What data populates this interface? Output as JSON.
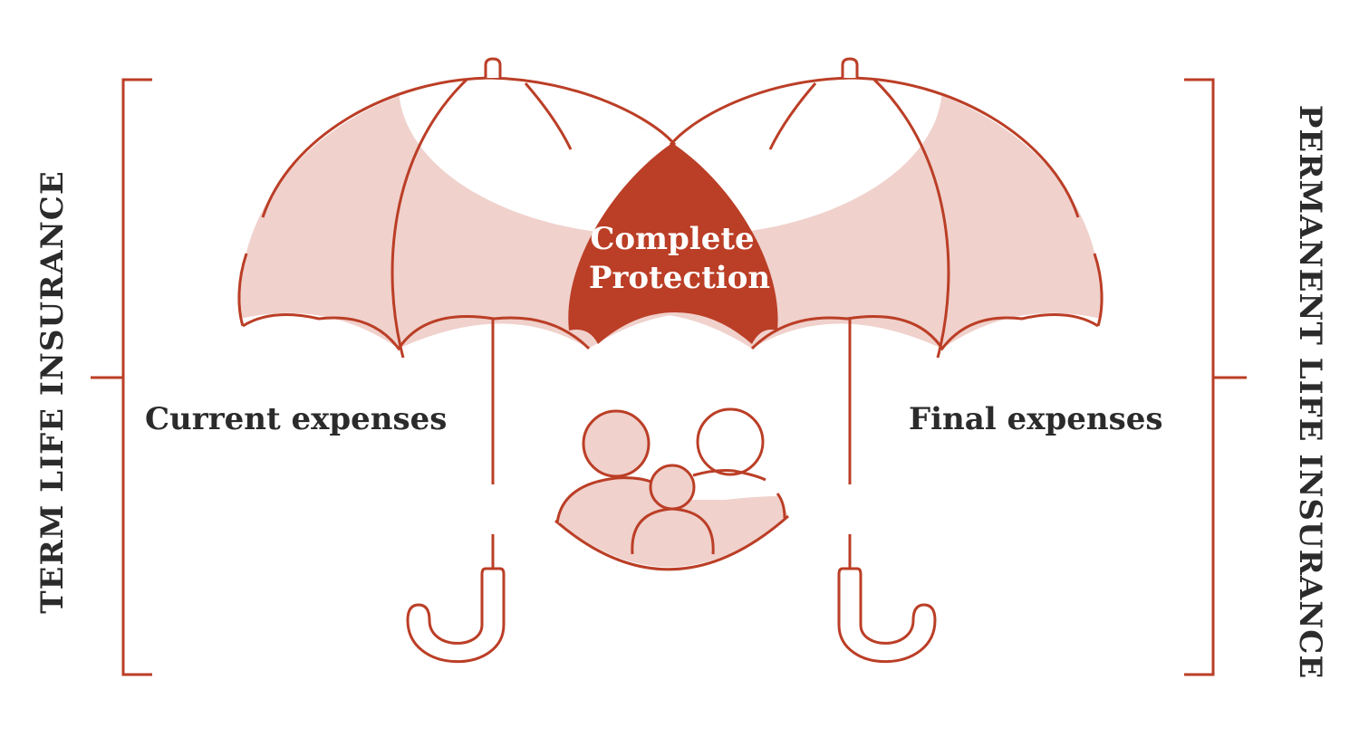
{
  "labels": {
    "left_side": "TERM LIFE INSURANCE",
    "right_side": "PERMANENT LIFE INSURANCE",
    "left_expenses": "Current expenses",
    "right_expenses": "Final expenses",
    "center_line1": "Complete",
    "center_line2": "Protection"
  },
  "colors": {
    "primary": "#bb3e26",
    "light_fill": "#f0d1cc",
    "text": "#2b2b2b",
    "background": "#ffffff"
  },
  "icons": [
    "umbrella-icon",
    "umbrella-icon",
    "family-icon"
  ]
}
